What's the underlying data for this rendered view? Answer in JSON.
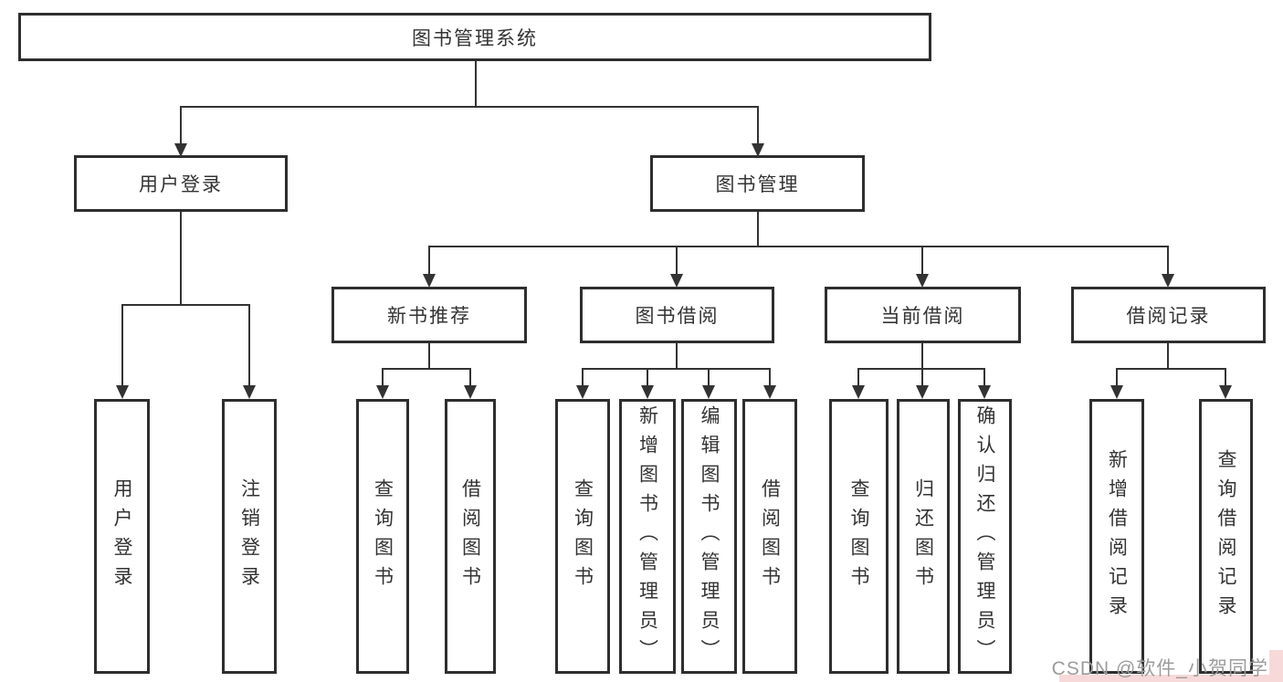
{
  "tree": {
    "label": "图书管理系统",
    "children": [
      {
        "label": "用户登录",
        "children": [
          {
            "label": "用户登录"
          },
          {
            "label": "注销登录"
          }
        ]
      },
      {
        "label": "图书管理",
        "children": [
          {
            "label": "新书推荐",
            "children": [
              {
                "label": "查询图书"
              },
              {
                "label": "借阅图书"
              }
            ]
          },
          {
            "label": "图书借阅",
            "children": [
              {
                "label": "查询图书"
              },
              {
                "label": "新增图书（管理员）"
              },
              {
                "label": "编辑图书（管理员）"
              },
              {
                "label": "借阅图书"
              }
            ]
          },
          {
            "label": "当前借阅",
            "children": [
              {
                "label": "查询图书"
              },
              {
                "label": "归还图书"
              },
              {
                "label": "确认归还（管理员）"
              }
            ]
          },
          {
            "label": "借阅记录",
            "children": [
              {
                "label": "新增借阅记录"
              },
              {
                "label": "查询借阅记录"
              }
            ]
          }
        ]
      }
    ]
  },
  "watermark": {
    "text": "CSDN @软件_小贺同学"
  },
  "colors": {
    "line": "#333333",
    "text": "#333333",
    "box_background": "#ffffff",
    "watermark_text": "#9c9c9c",
    "watermark_background": "#f8d9d9"
  }
}
